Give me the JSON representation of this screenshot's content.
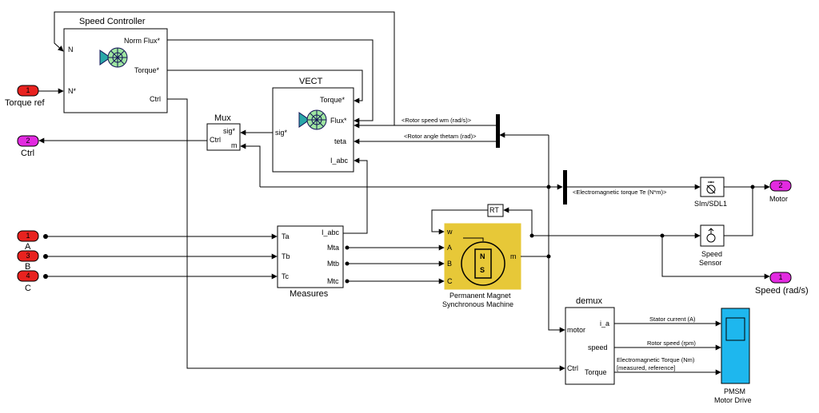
{
  "blocks": {
    "speed_controller": {
      "title": "Speed Controller",
      "in_n": "N",
      "in_nstar": "N*",
      "out_flux": "Norm Flux*",
      "out_torque": "Torque*",
      "out_ctrl": "Ctrl"
    },
    "vect": {
      "title": "VECT",
      "in_torque": "Torque*",
      "in_flux": "Flux*",
      "in_teta": "teta",
      "in_iabc": "I_abc",
      "out_sig": "sig*"
    },
    "mux": {
      "title": "Mux",
      "in_sig": "sig*",
      "in_m": "m",
      "out_ctrl": "Ctrl"
    },
    "measures": {
      "title": "Measures",
      "in_ta": "Ta",
      "in_tb": "Tb",
      "in_tc": "Tc",
      "out_iabc": "I_abc",
      "out_mta": "Mta",
      "out_mtb": "Mtb",
      "out_mtc": "Mtc"
    },
    "pmsm": {
      "title_line1": "Permanent Magnet",
      "title_line2": "Synchronous Machine",
      "in_w": "w",
      "in_a": "A",
      "in_b": "B",
      "in_c": "C",
      "out_m": "m",
      "rotor_n": "N",
      "rotor_s": "S"
    },
    "rt": {
      "label": "RT"
    },
    "demux": {
      "title": "demux",
      "in_motor": "motor",
      "in_ctrl": "Ctrl",
      "out_ia": "i_a",
      "out_speed": "speed",
      "out_torque": "Torque"
    },
    "sim_sdl": {
      "label": "SIm/SDL1"
    },
    "speed_sensor": {
      "label_line1": "Speed",
      "label_line2": "Sensor"
    },
    "scope": {
      "label_line1": "PMSM",
      "label_line2": "Motor Drive"
    }
  },
  "ports": {
    "torque_ref": {
      "num": "1",
      "label": "Torque ref"
    },
    "ctrl_out": {
      "num": "2",
      "label": "Ctrl"
    },
    "in_a": {
      "num": "1",
      "label": "A"
    },
    "in_b": {
      "num": "3",
      "label": "B"
    },
    "in_c": {
      "num": "4",
      "label": "C"
    },
    "motor_out": {
      "num": "2",
      "label": "Motor"
    },
    "speed_out": {
      "num": "1",
      "label": "Speed (rad/s)"
    }
  },
  "signals": {
    "rotor_speed": "<Rotor speed wm (rad/s)>",
    "rotor_angle": "<Rotor angle thetam (rad)>",
    "em_torque": "<Electromagnetic torque Te (N*m)>",
    "stator_current": "Stator current (A)",
    "rotor_rpm": "Rotor speed (rpm)",
    "em_torque_nm_line1": "Electromagnetic Torque (Nm)",
    "em_torque_nm_line2": "[measured, reference]"
  },
  "colors": {
    "inport_fill": "#e8221f",
    "outport_fill": "#e22ae0",
    "pmsm_fill": "#e7c838",
    "scope_fill": "#1eb7ee",
    "teal": "#2aa7a8",
    "green": "#9fe6a0"
  }
}
